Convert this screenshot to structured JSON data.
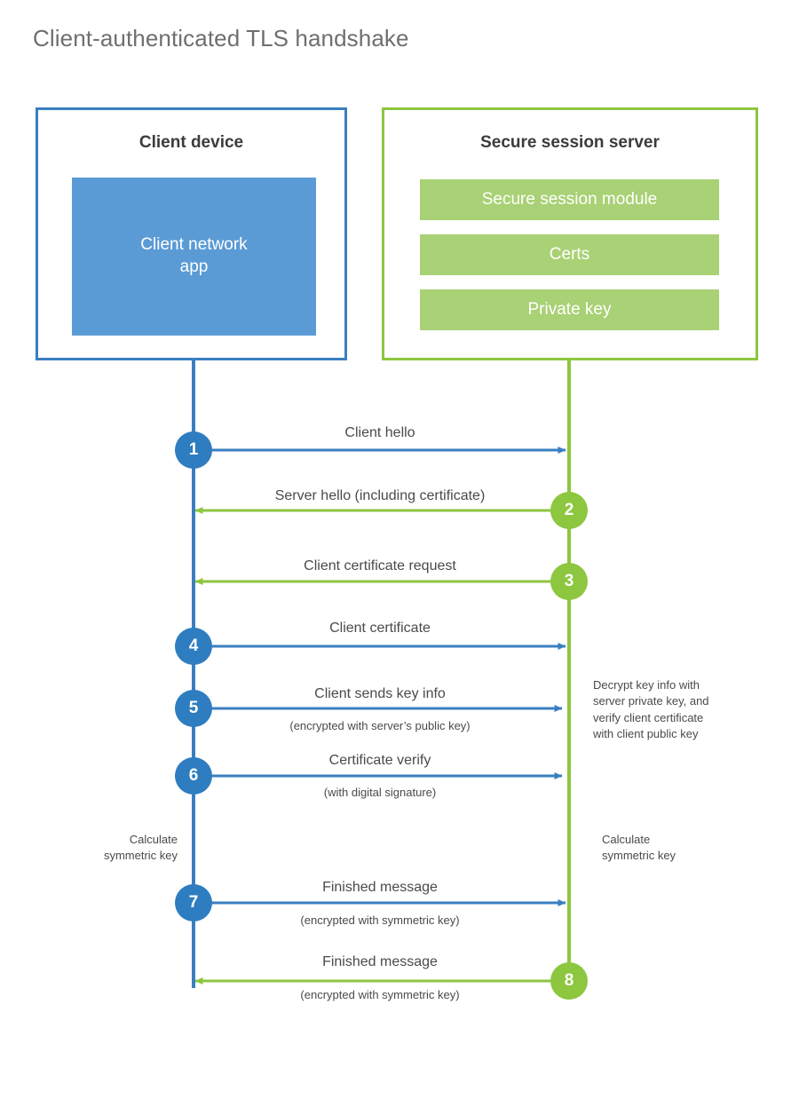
{
  "title": "Client-authenticated TLS handshake",
  "colors": {
    "client_blue": "#3a7fc1",
    "client_circle_blue": "#2e7dc0",
    "client_app_fill": "#5b9bd5",
    "server_green": "#8dc63f",
    "server_bar_fill": "#a9d175",
    "text_gray": "#4a4a4a",
    "title_gray": "#6f6f6f",
    "background": "#ffffff"
  },
  "parties": {
    "client": {
      "title": "Client device",
      "components": [
        "Client network\napp"
      ]
    },
    "server": {
      "title": "Secure session server",
      "components": [
        "Secure session module",
        "Certs",
        "Private key"
      ]
    }
  },
  "steps": [
    {
      "number": "1",
      "direction": "client-to-server",
      "label": "Client hello",
      "sublabel": ""
    },
    {
      "number": "2",
      "direction": "server-to-client",
      "label": "Server hello (including certificate)",
      "sublabel": ""
    },
    {
      "number": "3",
      "direction": "server-to-client",
      "label": "Client certificate request",
      "sublabel": ""
    },
    {
      "number": "4",
      "direction": "client-to-server",
      "label": "Client certificate",
      "sublabel": ""
    },
    {
      "number": "5",
      "direction": "client-to-server",
      "label": "Client sends key info",
      "sublabel": "(encrypted with server’s public key)"
    },
    {
      "number": "6",
      "direction": "client-to-server",
      "label": "Certificate verify",
      "sublabel": "(with digital signature)"
    },
    {
      "number": "7",
      "direction": "client-to-server",
      "label": "Finished message",
      "sublabel": "(encrypted with symmetric key)"
    },
    {
      "number": "8",
      "direction": "server-to-client",
      "label": "Finished message",
      "sublabel": "(encrypted with symmetric key)"
    }
  ],
  "notes": {
    "server_decrypt": "Decrypt key info with\nserver private key, and\nverify client certificate\nwith client public key",
    "client_calculate": "Calculate\nsymmetric key",
    "server_calculate": "Calculate\nsymmetric key"
  }
}
